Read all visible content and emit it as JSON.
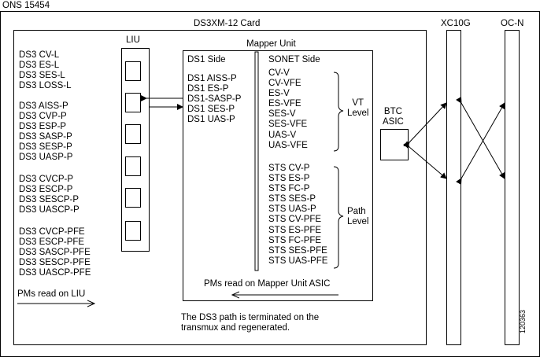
{
  "title": "ONS 15454",
  "card_label": "DS3XM-12 Card",
  "liu": {
    "label": "LIU",
    "groups": [
      [
        "DS3 CV-L",
        "DS3 ES-L",
        "DS3 SES-L",
        "DS3 LOSS-L"
      ],
      [
        "DS3 AISS-P",
        "DS3 CVP-P",
        "DS3 ESP-P",
        "DS3 SASP-P",
        "DS3 SESP-P",
        "DS3 UASP-P"
      ],
      [
        "DS3 CVCP-P",
        "DS3 ESCP-P",
        "DS3 SESCP-P",
        "DS3 UASCP-P"
      ],
      [
        "DS3 CVCP-PFE",
        "DS3 ESCP-PFE",
        "DS3 SASCP-PFE",
        "DS3 SESCP-PFE",
        "DS3 UASCP-PFE"
      ]
    ],
    "pms_note": "PMs read on LIU"
  },
  "mapper": {
    "label": "Mapper Unit",
    "ds1_side_title": "DS1 Side",
    "ds1_items": [
      "DS1 AISS-P",
      "DS1 ES-P",
      "DS1-SASP-P",
      "DS1 SES-P",
      "DS1 UAS-P"
    ],
    "sonet_side_title": "SONET Side",
    "vt_items": [
      "CV-V",
      "CV-VFE",
      "ES-V",
      "ES-VFE",
      "SES-V",
      "SES-VFE",
      "UAS-V",
      "UAS-VFE"
    ],
    "vt_level_line1": "VT",
    "vt_level_line2": "Level",
    "sts_items": [
      "STS CV-P",
      "STS ES-P",
      "STS FC-P",
      "STS SES-P",
      "STS UAS-P",
      "STS CV-PFE",
      "STS ES-PFE",
      "STS FC-PFE",
      "STS SES-PFE",
      "STS UAS-PFE"
    ],
    "path_level_line1": "Path",
    "path_level_line2": "Level",
    "pms_note": "PMs read on Mapper Unit ASIC"
  },
  "btc_asic_line1": "BTC",
  "btc_asic_line2": "ASIC",
  "xc10g_label": "XC10G",
  "ocn_label": "OC-N",
  "footnote_line1": "The DS3 path is terminated on the",
  "footnote_line2": "transmux and regenerated.",
  "figure_id": "120363"
}
